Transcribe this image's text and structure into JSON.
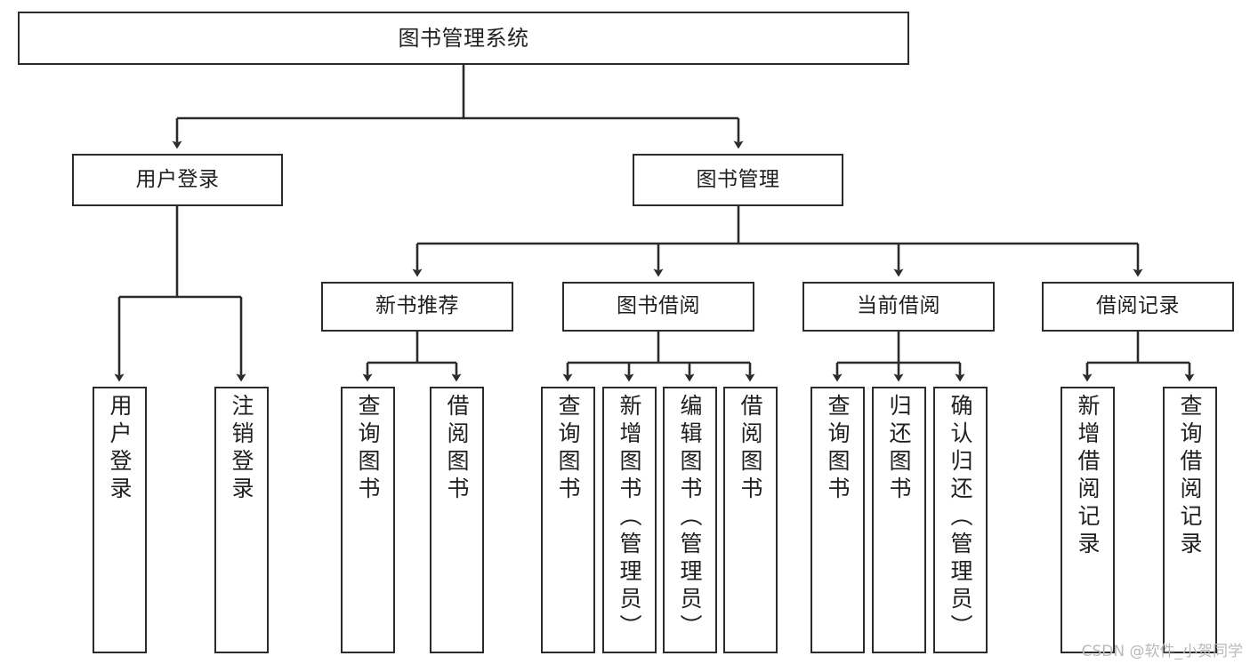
{
  "diagram": {
    "title": "图书管理系统",
    "type": "tree",
    "orientation": "top-down",
    "colors": {
      "box_border": "#2b2b2b",
      "box_fill": "#ffffff",
      "edge": "#2b2b2b",
      "text": "#1f1f1f",
      "background": "#ffffff",
      "watermark": "#b9b9b9"
    }
  },
  "watermark": {
    "text": "CSDN @软件_小贺同学"
  },
  "nodes": {
    "root": {
      "label": "图书管理系统"
    },
    "level2": [
      {
        "id": "user-login",
        "label": "用户登录"
      },
      {
        "id": "book-manage",
        "label": "图书管理"
      }
    ],
    "level3": [
      {
        "id": "new-book-recommend",
        "label": "新书推荐"
      },
      {
        "id": "book-borrow",
        "label": "图书借阅"
      },
      {
        "id": "current-borrow",
        "label": "当前借阅"
      },
      {
        "id": "borrow-record",
        "label": "借阅记录"
      }
    ],
    "leaves": {
      "user_login": [
        {
          "id": "leaf-user-login",
          "label": "用户登录"
        },
        {
          "id": "leaf-logout",
          "label": "注销登录"
        }
      ],
      "new_book_recommend": [
        {
          "id": "leaf-query-book-1",
          "label": "查询图书"
        },
        {
          "id": "leaf-borrow-book-1",
          "label": "借阅图书"
        }
      ],
      "book_borrow": [
        {
          "id": "leaf-query-book-2",
          "label": "查询图书"
        },
        {
          "id": "leaf-add-book",
          "label": "新增图书（管理员）"
        },
        {
          "id": "leaf-edit-book",
          "label": "编辑图书（管理员）"
        },
        {
          "id": "leaf-borrow-book-2",
          "label": "借阅图书"
        }
      ],
      "current_borrow": [
        {
          "id": "leaf-query-book-3",
          "label": "查询图书"
        },
        {
          "id": "leaf-return-book",
          "label": "归还图书"
        },
        {
          "id": "leaf-confirm-return",
          "label": "确认归还（管理员）"
        }
      ],
      "borrow_record": [
        {
          "id": "leaf-add-record",
          "label": "新增借阅记录"
        },
        {
          "id": "leaf-query-record",
          "label": "查询借阅记录"
        }
      ]
    }
  }
}
